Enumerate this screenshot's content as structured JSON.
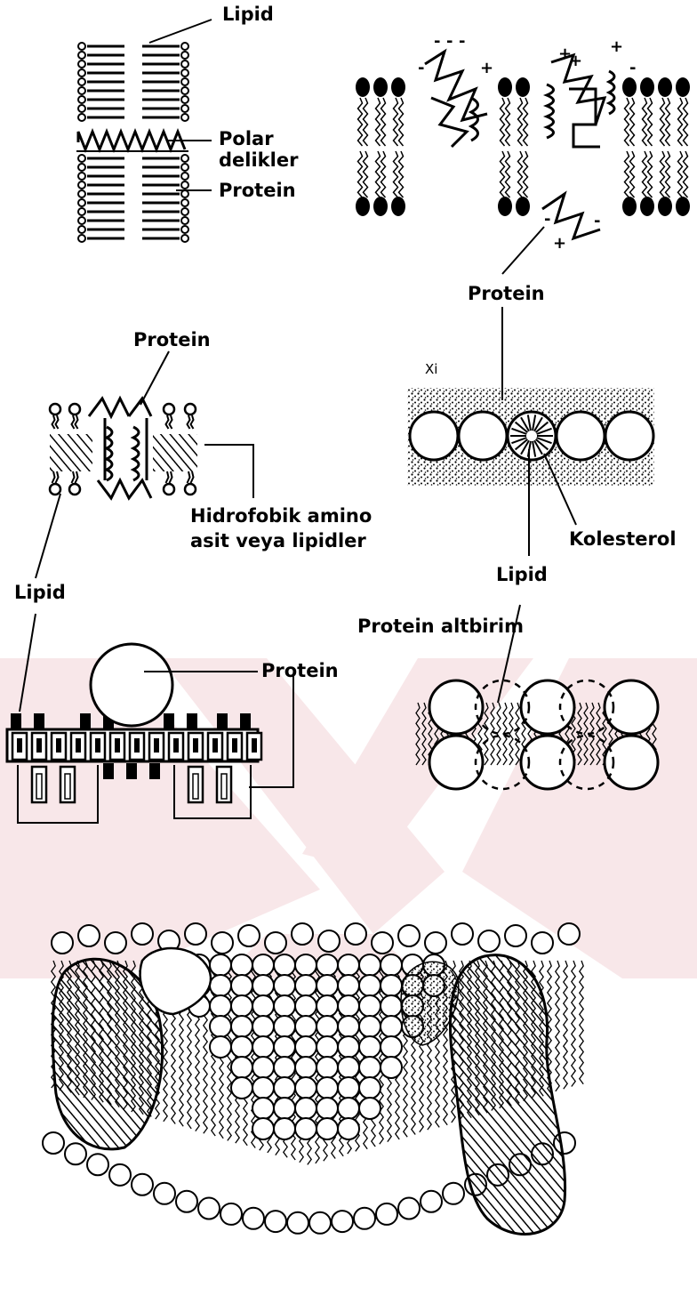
{
  "labels": {
    "p1_lipid": "Lipid",
    "p1_polar_1": "Polar",
    "p1_polar_2": "delikler",
    "p1_protein": "Protein",
    "p2_protein": "Protein",
    "p3_protein": "Protein",
    "p3_hydro_1": "Hidrofobik amino",
    "p3_hydro_2": "asit veya lipidler",
    "p4_kolesterol": "Kolesterol",
    "p4_lipid": "Lipid",
    "p4_xi": "Xi",
    "p5_lipid": "Lipid",
    "p5_protein": "Protein",
    "p6_altbirim": "Protein altbirim"
  },
  "charges": [
    "-",
    "-",
    "-",
    "+",
    "-",
    "+",
    "+",
    "-",
    "+",
    "-",
    "+",
    "-"
  ],
  "colors": {
    "ink": "#000000",
    "watermark": "#e7b8bd"
  }
}
